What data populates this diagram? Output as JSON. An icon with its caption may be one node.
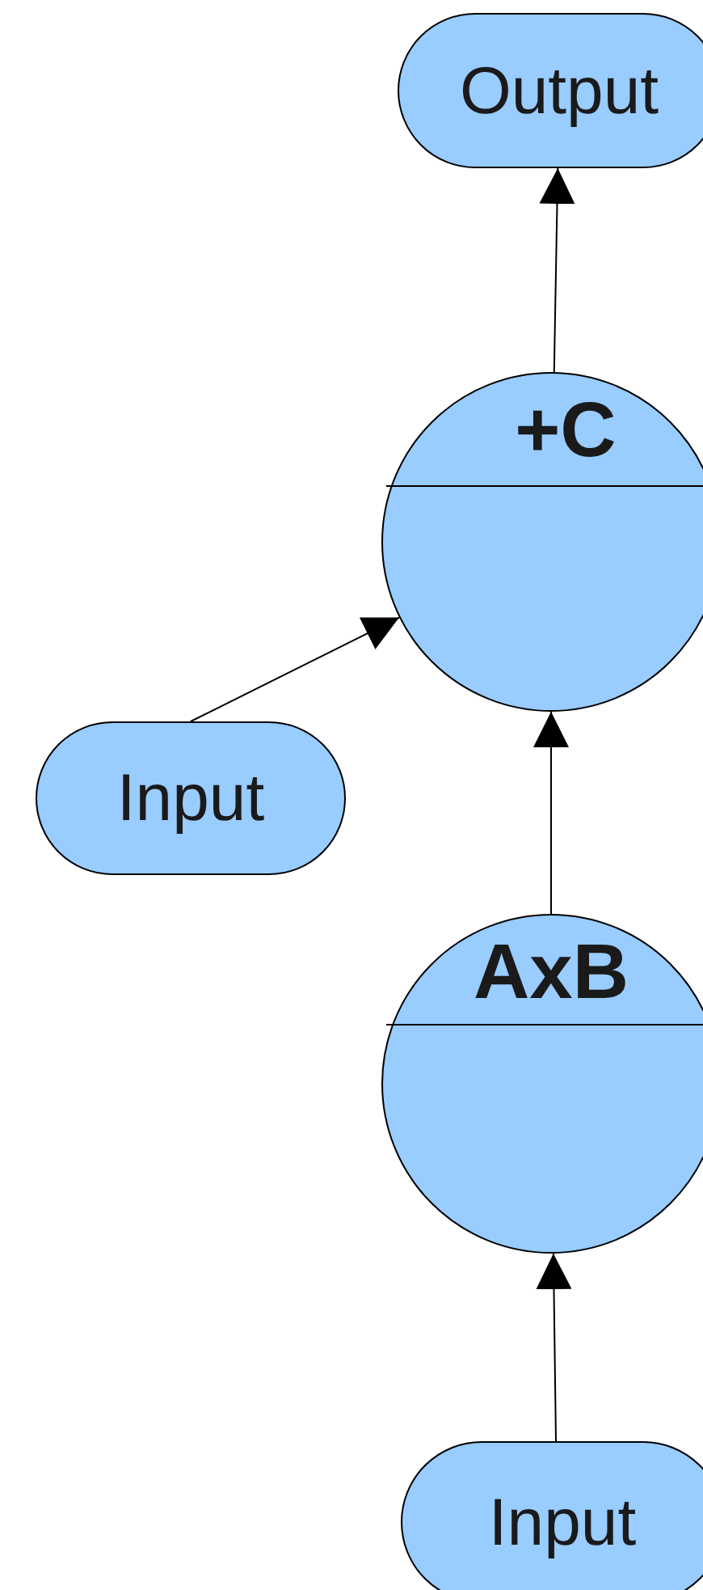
{
  "diagram": {
    "nodes": [
      {
        "text": [
          "Output"
        ]
      },
      {
        "text": [
          "+C"
        ]
      },
      {
        "text": [
          "Input"
        ]
      },
      {
        "text": [
          "AxB"
        ]
      },
      {
        "text": [
          "Input"
        ]
      }
    ],
    "edges": [
      {
        "from": 1,
        "to": 0,
        "arrow": "to"
      },
      {
        "from": 2,
        "to": 1,
        "arrow": "to"
      },
      {
        "from": 3,
        "to": 1,
        "arrow": "to"
      },
      {
        "from": 4,
        "to": 3,
        "arrow": "to"
      }
    ]
  }
}
